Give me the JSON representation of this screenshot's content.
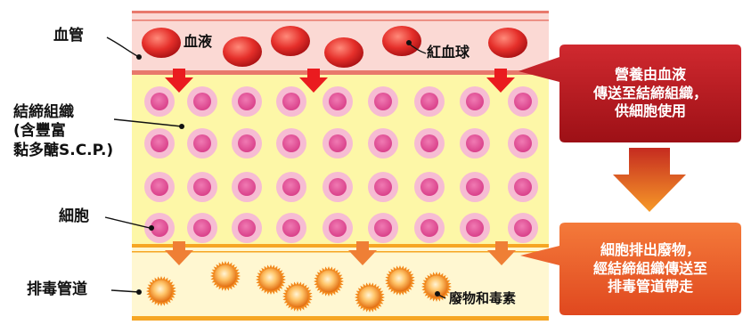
{
  "labels": {
    "blood_vessel": "血管",
    "blood": "血液",
    "red_blood_cell": "紅血球",
    "connective_tissue_l1": "結締組織",
    "connective_tissue_l2": "(含豐富",
    "connective_tissue_l3": "黏多醣S.C.P.)",
    "cell": "細胞",
    "drainage_duct": "排毒管道",
    "waste_toxins": "廢物和毒素"
  },
  "callouts": {
    "supply": [
      "營養由血液",
      "傳送至結締組織，",
      "供細胞使用"
    ],
    "excrete": [
      "細胞排出廢物，",
      "經結締組織傳送至",
      "排毒管道帶走"
    ]
  },
  "colors": {
    "vessel_band": "#fbd9d4",
    "vessel_border": "#e8796c",
    "red_cell": "#e52f2a",
    "tissue": "#fdf7a7",
    "cell_outer": "#f6bcd3",
    "cell_inner": "#e14f93",
    "down_arrow_red": "#ea1b1f",
    "down_arrow_orange": "#ef7f35",
    "duct_band": "#fff7d1",
    "duct_border": "#f6a623",
    "toxin": "#f28a1e",
    "callout_dark": "#b4171e",
    "callout_orange": "#ee5e29",
    "transition_arrow": "#f2741f"
  },
  "icons": {
    "red_cell": "red-blood-cell-icon",
    "cell": "cell-icon",
    "toxin": "toxin-particle-icon",
    "arrow": "down-arrow-icon"
  }
}
